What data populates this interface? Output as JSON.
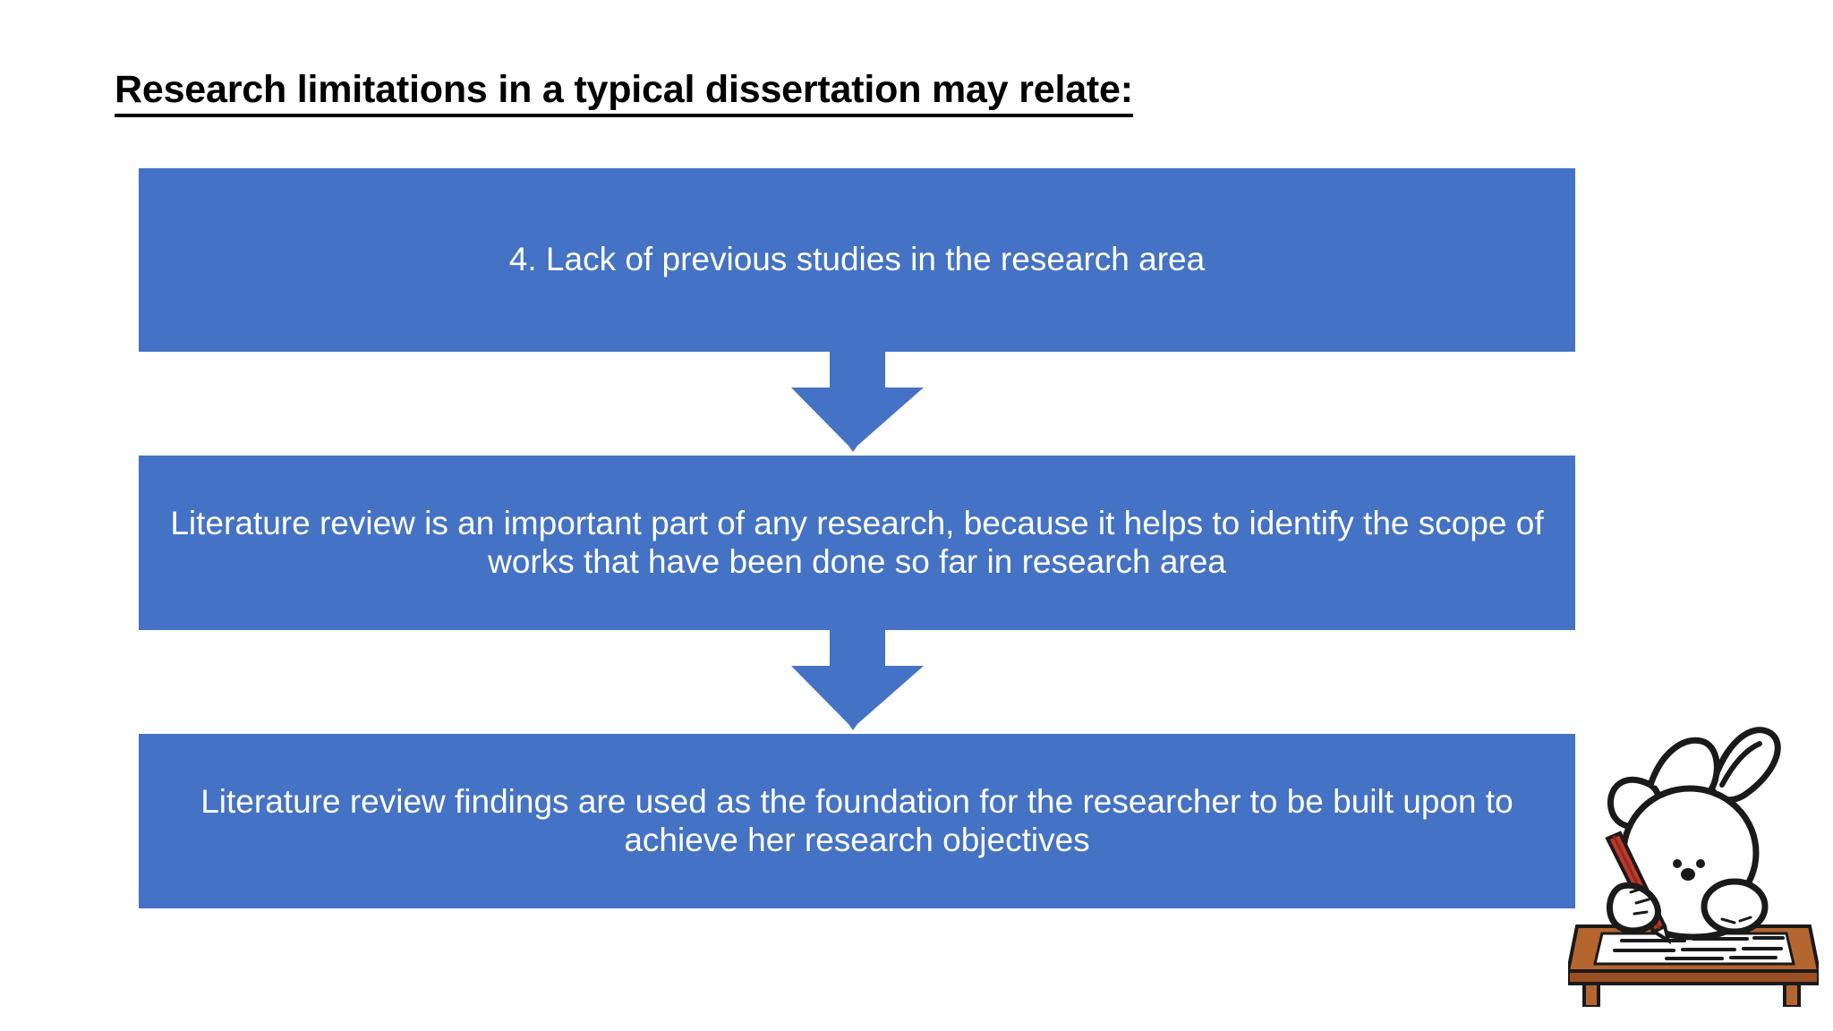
{
  "slide": {
    "title": "Research limitations in a typical dissertation may relate:",
    "background_color": "#FFFFFF",
    "accent_color": "#4472C4",
    "text_color_on_accent": "#FFFFFF",
    "title_color": "#000000"
  },
  "flow": {
    "type": "vertical-process-flow",
    "steps": [
      {
        "id": "step-1",
        "label": "4. Lack of previous studies in the research area"
      },
      {
        "id": "step-2",
        "label": "Literature review is an important part of any research, because it helps to identify the scope of works that have been done so far in research area"
      },
      {
        "id": "step-3",
        "label": "Literature review findings are used as the foundation for the researcher to be built upon to achieve her research objectives"
      }
    ],
    "connectors": [
      {
        "id": "connector-1",
        "icon": "down-arrow-icon"
      },
      {
        "id": "connector-2",
        "icon": "down-arrow-icon"
      }
    ]
  },
  "illustration": {
    "name": "rabbit-writing-at-desk-illustration",
    "description": "Cartoon white rabbit writing with a red pencil on paper at a brown desk",
    "colors": {
      "outline": "#1A1A1A",
      "body": "#FFFFFF",
      "desk": "#B5662F",
      "desk_shade": "#9A4E22",
      "pencil": "#C0392B",
      "paper": "#FFFFFF"
    }
  }
}
